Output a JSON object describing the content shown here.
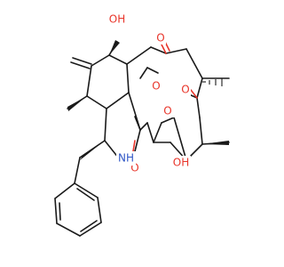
{
  "colors": {
    "oxygen": "#e8352a",
    "nitrogen": "#2f56c6",
    "bond": "#1a1a1a"
  },
  "atoms": [
    {
      "id": "oh_top",
      "text": "OH",
      "kind": "o"
    },
    {
      "id": "o_ketone_top",
      "text": "O",
      "kind": "o"
    },
    {
      "id": "o_ring_upper",
      "text": "O",
      "kind": "o"
    },
    {
      "id": "o_ketone_mid",
      "text": "O",
      "kind": "o"
    },
    {
      "id": "o_epoxide",
      "text": "O",
      "kind": "o"
    },
    {
      "id": "o_carbonyl_left",
      "text": "O",
      "kind": "o"
    },
    {
      "id": "nh",
      "text": "NH",
      "kind": "n"
    },
    {
      "id": "oh_right",
      "text": "OH",
      "kind": "o"
    }
  ]
}
